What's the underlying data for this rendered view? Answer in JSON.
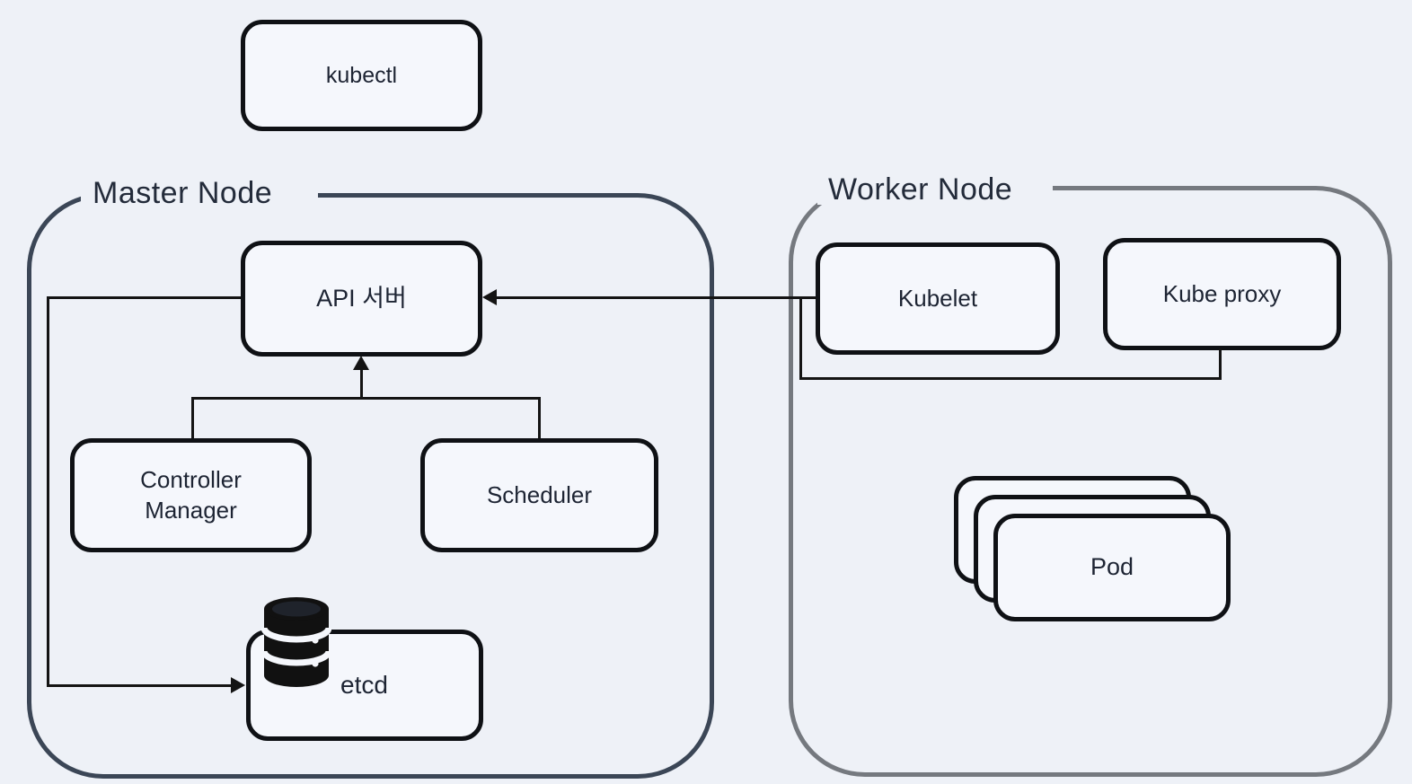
{
  "diagram": {
    "groups": {
      "master": {
        "label": "Master Node"
      },
      "worker": {
        "label": "Worker Node"
      }
    },
    "nodes": {
      "kubectl": {
        "label": "kubectl"
      },
      "api_server": {
        "label": "API 서버"
      },
      "controller_manager": {
        "label": "Controller Manager"
      },
      "scheduler": {
        "label": "Scheduler"
      },
      "etcd": {
        "label": "etcd"
      },
      "kubelet": {
        "label": "Kubelet"
      },
      "kube_proxy": {
        "label": "Kube proxy"
      },
      "pod": {
        "label": "Pod"
      }
    },
    "icons": {
      "database": "database-icon"
    },
    "colors": {
      "background": "#eef1f7",
      "node_fill": "#f5f7fc",
      "node_border": "#0f1115",
      "master_border": "#3b4656",
      "worker_border": "#75797f",
      "connector": "#141414",
      "text": "#1d2433"
    },
    "connections": [
      {
        "from": "kubelet",
        "to": "api_server",
        "arrow": "into api_server"
      },
      {
        "from": "kube_proxy",
        "to": "kubelet branch line",
        "arrow": "none"
      },
      {
        "from": "controller_manager",
        "to": "api_server",
        "arrow": "into api_server"
      },
      {
        "from": "scheduler",
        "to": "api_server",
        "arrow": "into api_server"
      },
      {
        "from": "api_server",
        "to": "etcd",
        "arrow": "into etcd"
      }
    ]
  }
}
